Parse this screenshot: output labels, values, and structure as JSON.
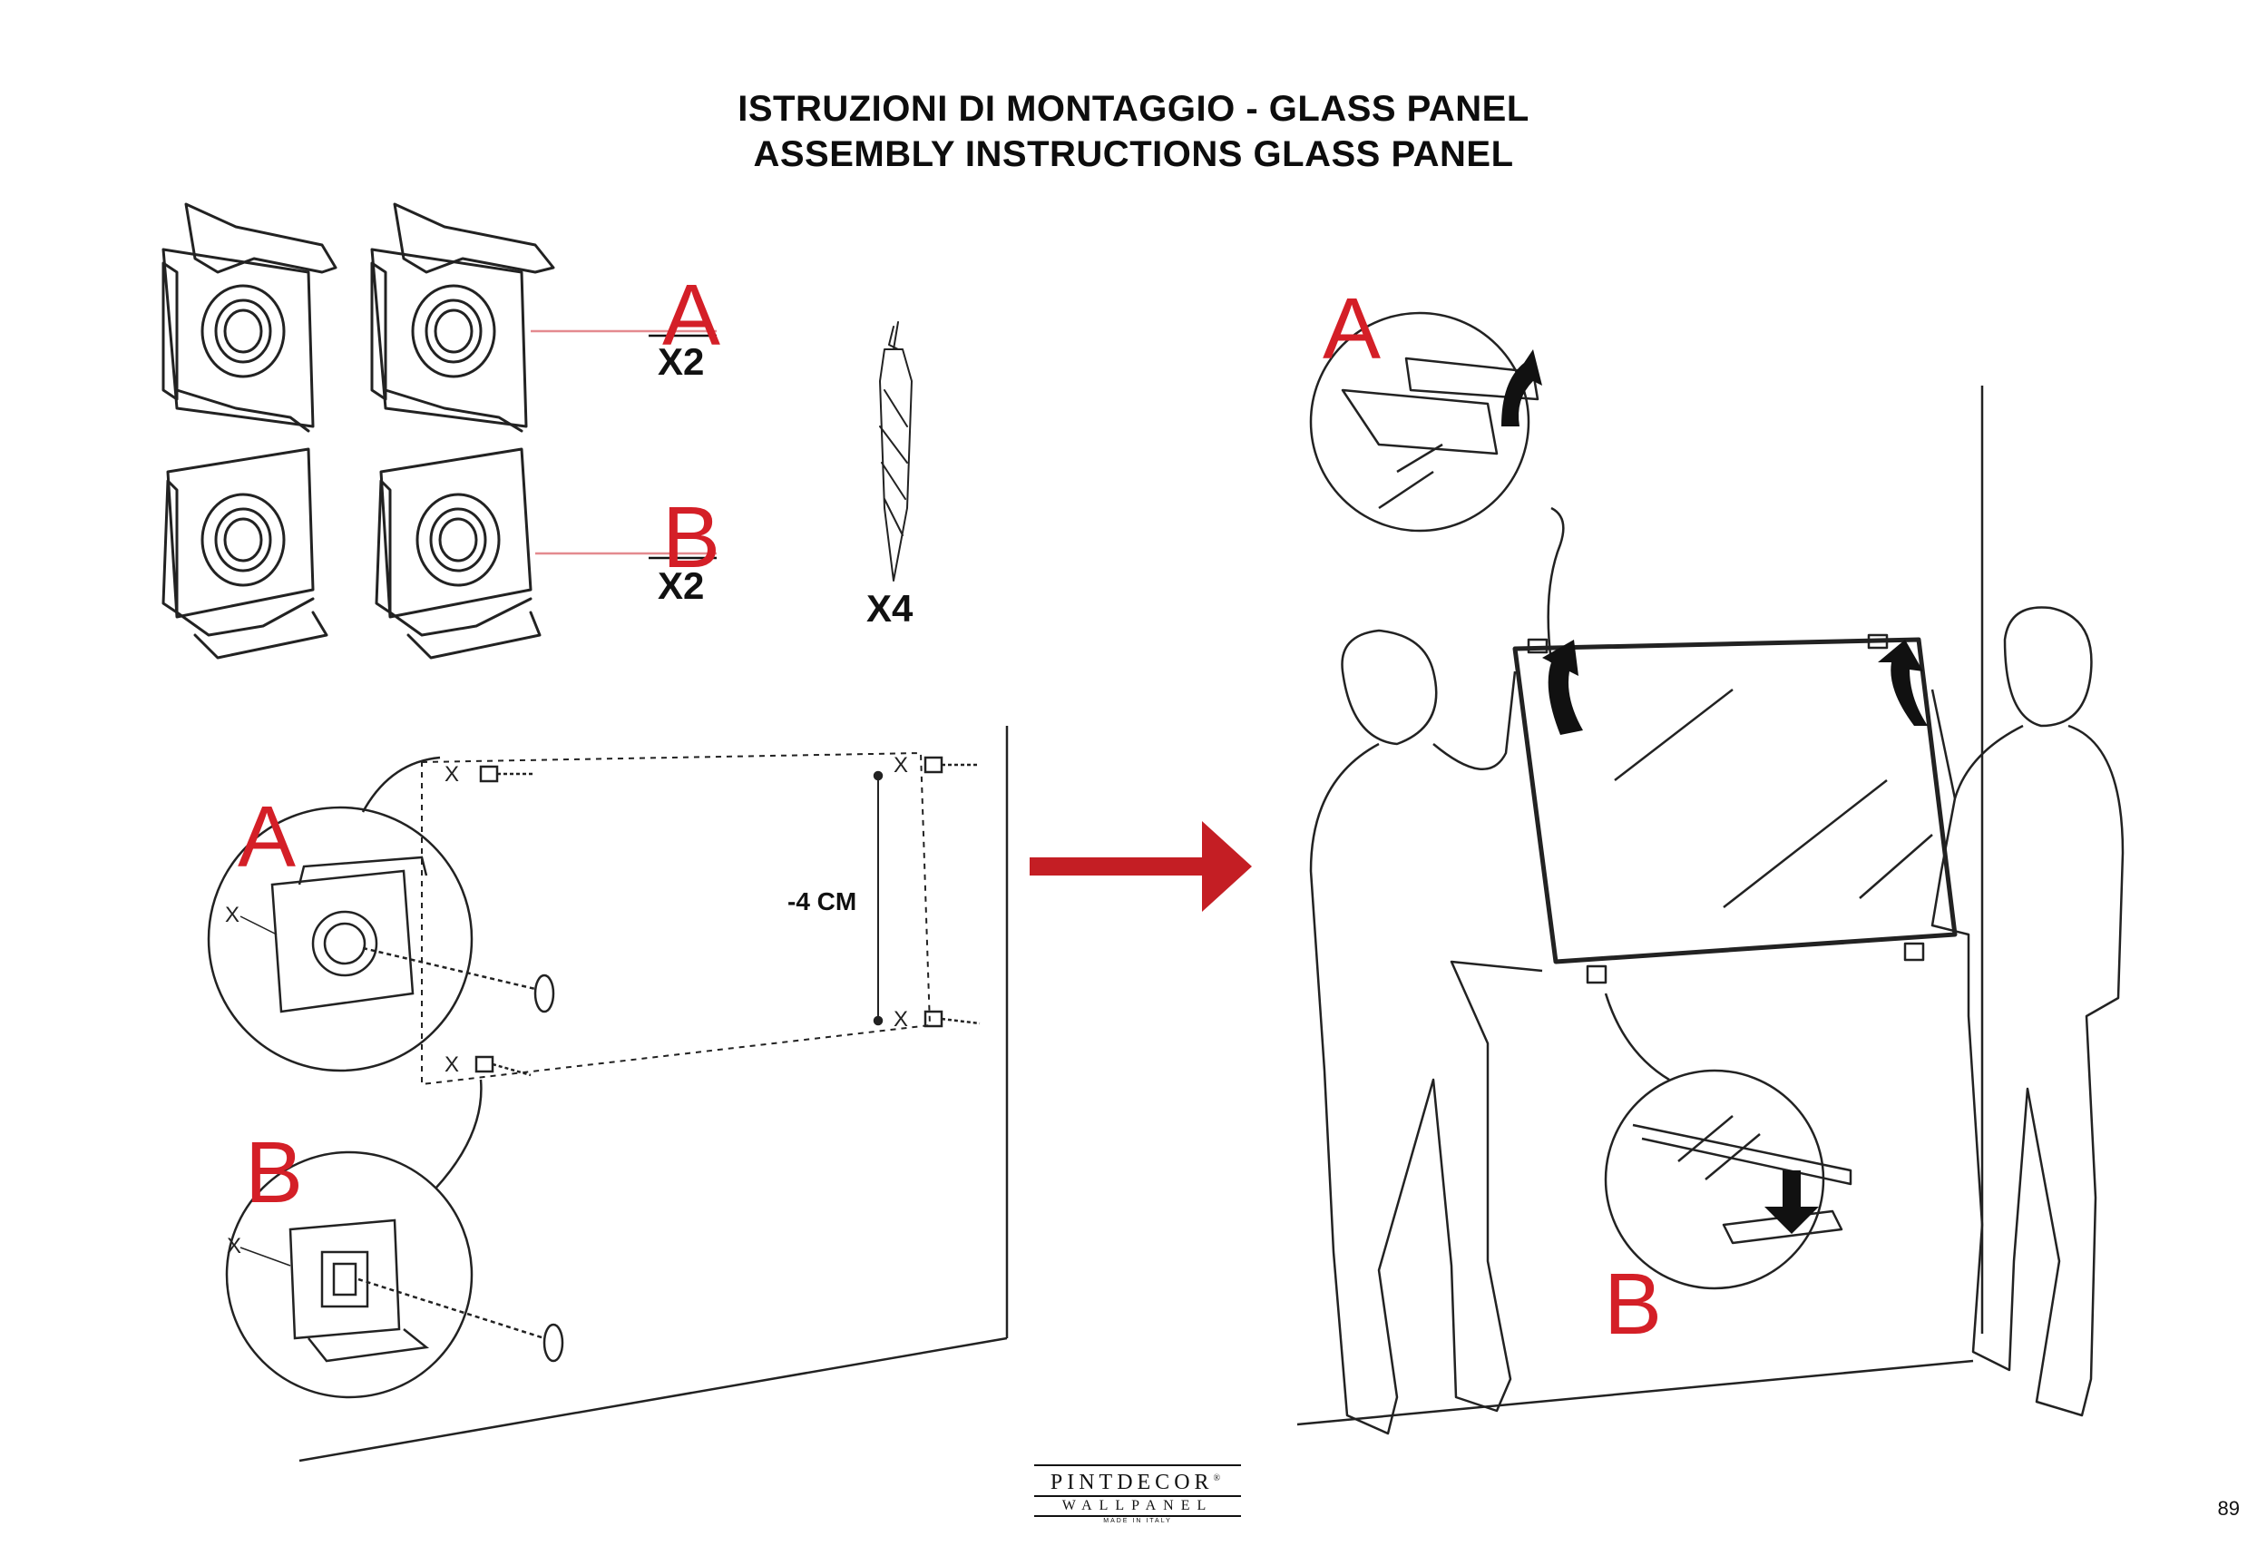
{
  "header": {
    "title_it": "ISTRUZIONI DI MONTAGGIO - GLASS PANEL",
    "title_en": "ASSEMBLY INSTRUCTIONS GLASS PANEL"
  },
  "parts": {
    "a_label": "A",
    "a_qty": "X2",
    "b_label": "B",
    "b_qty": "X2",
    "anchor_qty": "X4"
  },
  "wall_diagram": {
    "detail_a_label": "A",
    "detail_b_label": "B",
    "x_marker": "X",
    "distance_label": "-4 CM"
  },
  "install_scene": {
    "detail_a_label": "A",
    "detail_b_label": "B"
  },
  "footer": {
    "brand": "PINTDECOR",
    "brand_mark": "®",
    "sub": "WALLPANEL",
    "made_in": "MADE IN ITALY",
    "page_number": "89"
  },
  "colors": {
    "accent_red": "#d41f27",
    "line_pink": "#e48a8f",
    "ink": "#111111"
  }
}
